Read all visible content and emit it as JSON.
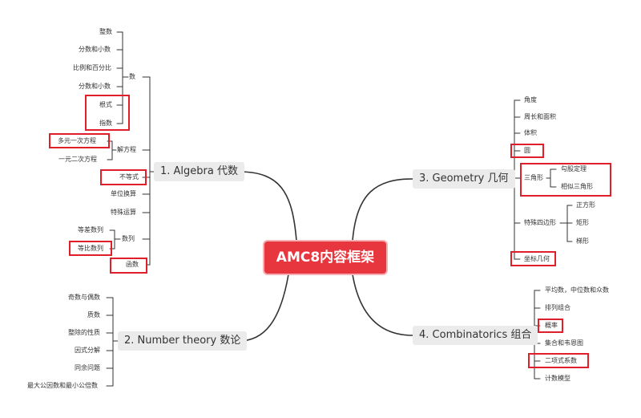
{
  "center": "AMC8内容框架",
  "algebra": {
    "title": "1. Algebra 代数",
    "shu": {
      "label": "数",
      "items": [
        "整数",
        "分数和小数",
        "比例和百分比",
        "分数和小数",
        "根式",
        "指数"
      ]
    },
    "fangcheng": {
      "label": "解方程",
      "items": [
        "多元一次方程",
        "一元二次方程"
      ]
    },
    "budengshi": "不等式",
    "danwei": "单位换算",
    "teshu": "特殊运算",
    "shulie": {
      "label": "数列",
      "items": [
        "等差数列",
        "等比数列"
      ]
    },
    "hanshu": "函数"
  },
  "number_theory": {
    "title": "2. Number theory 数论",
    "items": [
      "奇数与偶数",
      "质数",
      "整除的性质",
      "因式分解",
      "同余问题",
      "最大公因数和最小公倍数"
    ]
  },
  "geometry": {
    "title": "3. Geometry 几何",
    "items": [
      "角度",
      "周长和面积",
      "体积",
      "圆"
    ],
    "sanjiao": {
      "label": "三角形",
      "items": [
        "勾股定理",
        "相似三角形"
      ]
    },
    "sibian": {
      "label": "特殊四边形",
      "items": [
        "正方形",
        "矩形",
        "梯形"
      ]
    },
    "zuobiao": "坐标几何"
  },
  "combinatorics": {
    "title": "4. Combinatorics 组合",
    "items": [
      "平均数，中位数和众数",
      "排列组合",
      "概率",
      "集合和韦恩图",
      "二项式系数",
      "计数模型"
    ]
  },
  "colors": {
    "center": "#e8363f",
    "highlight": "#e01f2a",
    "line": "#333333"
  }
}
